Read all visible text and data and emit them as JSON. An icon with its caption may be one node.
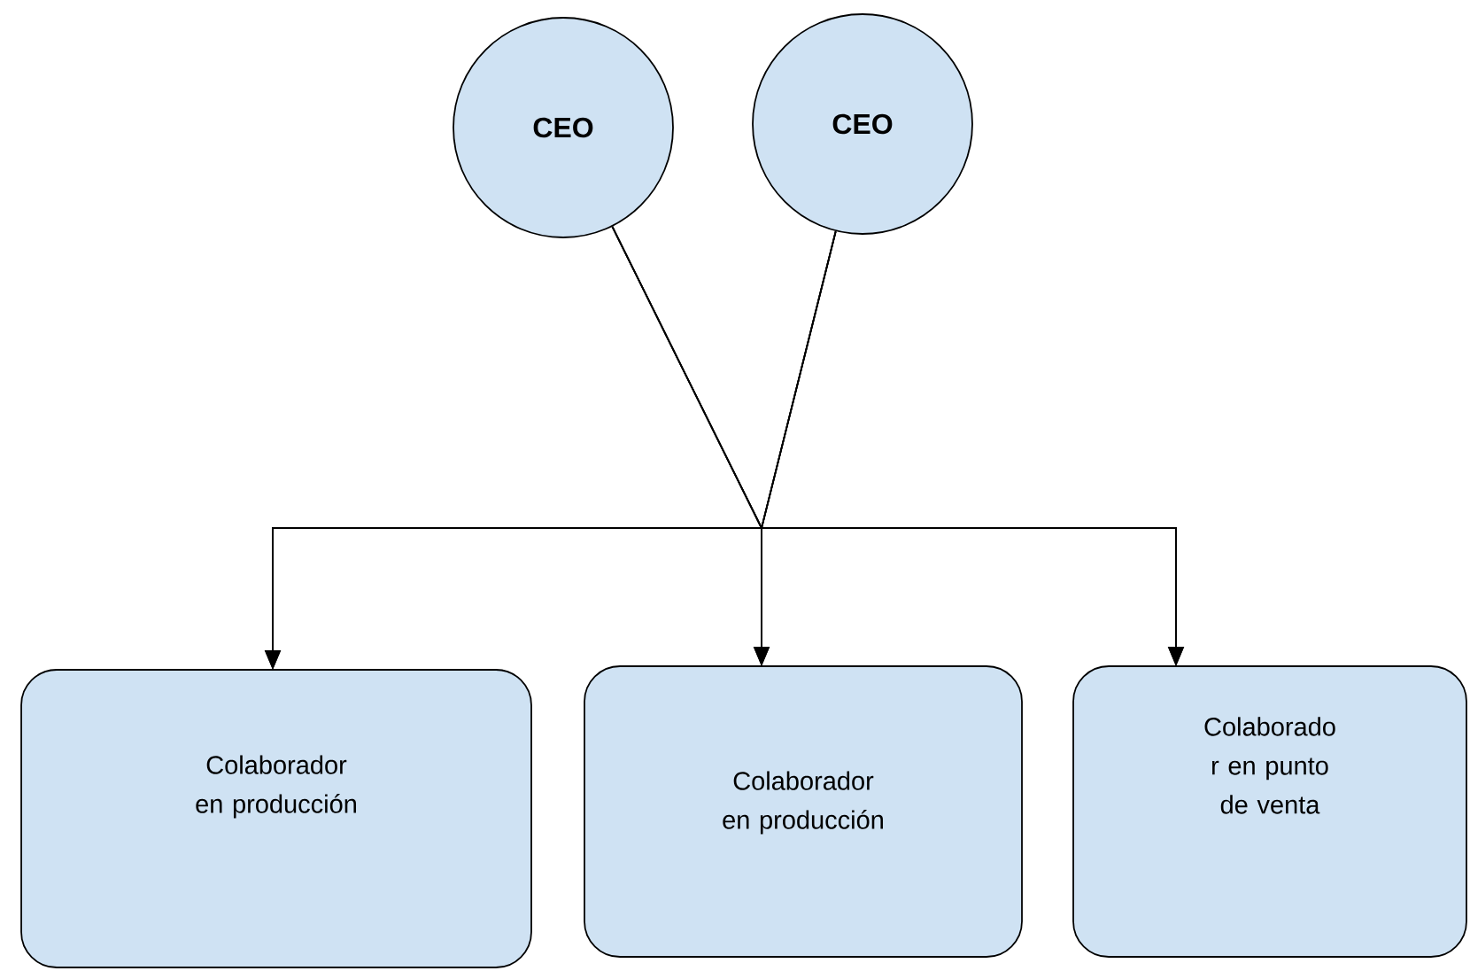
{
  "diagram": {
    "nodes": [
      {
        "text": [
          "CEO"
        ]
      },
      {
        "text": [
          "CEO"
        ]
      },
      {
        "text": [
          "Colaborador en producción"
        ]
      },
      {
        "text": [
          "Colaborador en producción"
        ]
      },
      {
        "text": [
          "Colaborado r en punto de venta"
        ]
      }
    ],
    "edges": [
      {
        "from": 0,
        "to": 2,
        "arrow": "to"
      },
      {
        "from": 0,
        "to": 3,
        "arrow": "to"
      },
      {
        "from": 0,
        "to": 4,
        "arrow": "to"
      },
      {
        "from": 1,
        "to": 2,
        "arrow": "to"
      },
      {
        "from": 1,
        "to": 3,
        "arrow": "to"
      },
      {
        "from": 1,
        "to": 4,
        "arrow": "to"
      }
    ]
  }
}
